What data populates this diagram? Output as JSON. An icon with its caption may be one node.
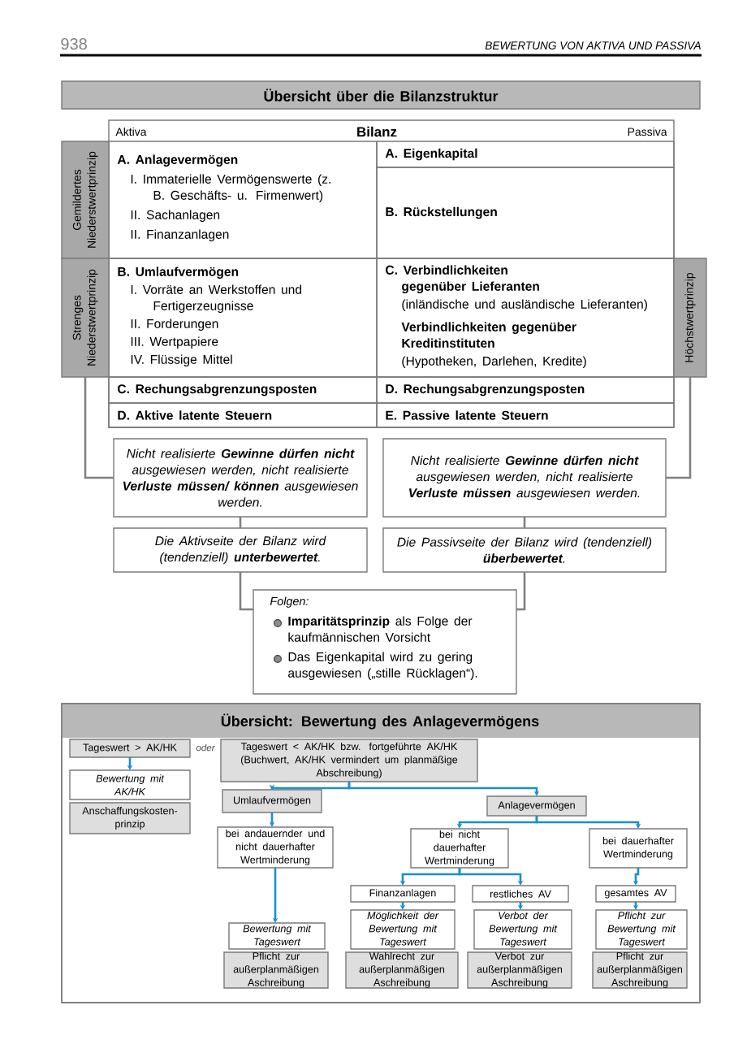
{
  "diagram": {
    "nodes": [
      {
        "text": [
          "Übersicht über die Bilanzstruktur"
        ]
      },
      {
        "text": [
          "Aktiva",
          "Bilanz",
          "Passiva"
        ]
      },
      {
        "text": [
          "A. Anlagevermögen",
          "I. Immaterielle Vermögenswerte (z. B. Geschäfts- u. Firmenwert)",
          "II. Sachanlagen",
          "II. Finanzanlagen"
        ],
        "in": 1
      },
      {
        "text": [
          "A. Eigenkapital"
        ],
        "in": 1
      },
      {
        "text": [
          "B. Rückstellungen"
        ],
        "in": 1
      },
      {
        "text": [
          "B. Umlaufvermögen",
          "I. Vorräte an Werkstoffen und Fertigerzeugnisse",
          "II. Forderungen",
          "III. Wertpapiere",
          "IV. Flüssige Mittel"
        ],
        "in": 1
      },
      {
        "text": [
          "C. Verbindlichkeiten gegenüber Lieferanten",
          "(inländische und ausländische Lieferanten)",
          "Verbindlichkeiten gegenüber Kreditinstituten",
          "(Hypotheken, Darlehen, Kredite)"
        ],
        "in": 1
      },
      {
        "text": [
          "C. Rechungsabgrenzungsposten"
        ],
        "in": 1
      },
      {
        "text": [
          "D. Rechungsabgrenzungsposten"
        ],
        "in": 1
      },
      {
        "text": [
          "D. Aktive latente Steuern"
        ],
        "in": 1
      },
      {
        "text": [
          "E. Passive latente Steuern"
        ],
        "in": 1
      },
      {
        "text": [
          "Gemildertes Niederstwertprinzip"
        ]
      },
      {
        "text": [
          "Strenges Niederstwertprinzip"
        ]
      },
      {
        "text": [
          "Höchstwertprinzip"
        ]
      },
      {
        "text": [
          "Nicht realisierte **Gewinne dürfen nicht** ausgewiesen werden, nicht realisierte **Verluste müssen/ können** ausgewiesen werden."
        ]
      },
      {
        "text": [
          "Nicht realisierte **Gewinne dürfen nicht** ausgewiesen werden, nicht realisierte **Verluste müssen** ausgewiesen werden."
        ]
      },
      {
        "text": [
          "Die Aktivseite der Bilanz wird (tendenziell) **unterbewertet**."
        ]
      },
      {
        "text": [
          "Die Passivseite der Bilanz wird (tendenziell) **überbewertet**."
        ]
      },
      {
        "text": [
          "Folgen:",
          "**Imparitätsprinzip** als Folge der kaufmännischen Vorsicht",
          "Das Eigenkapital wird zu gering ausgewiesen („stille Rücklagen“)."
        ]
      },
      {
        "text": [
          "Übersicht: Bewertung des Anlagevermögens"
        ]
      },
      {
        "text": [
          "Tageswert > AK/HK"
        ],
        "in": 19
      },
      {
        "text": [
          "Bewertung mit AK/HK"
        ],
        "in": 19
      },
      {
        "text": [
          "Anschaffungskosten-prinzip"
        ],
        "in": 19
      },
      {
        "text": [
          "Tageswert < AK/HK bzw. fortgeführte AK/HK (Buchwert, AK/HK vermindert um planmäßige Abschreibung)"
        ],
        "in": 19
      },
      {
        "text": [
          "Umlaufvermögen"
        ],
        "in": 19
      },
      {
        "text": [
          "bei andauernder und nicht dauerhafter Wertminderung"
        ],
        "in": 19
      },
      {
        "text": [
          "Bewertung mit Tageswert"
        ],
        "in": 19
      },
      {
        "text": [
          "Pflicht zur außerplanmäßigen Aschreibung"
        ],
        "in": 19
      },
      {
        "text": [
          "Anlagevermögen"
        ],
        "in": 19
      },
      {
        "text": [
          "bei nicht dauerhafter Wertminderung"
        ],
        "in": 19
      },
      {
        "text": [
          "bei dauerhafter Wertminderung"
        ],
        "in": 19
      },
      {
        "text": [
          "Finanzanlagen"
        ],
        "in": 19
      },
      {
        "text": [
          "restliches AV"
        ],
        "in": 19
      },
      {
        "text": [
          "gesamtes AV"
        ],
        "in": 19
      },
      {
        "text": [
          "Möglichkeit der Bewertung mit Tageswert"
        ],
        "in": 19
      },
      {
        "text": [
          "Verbot der Bewertung mit Tageswert"
        ],
        "in": 19
      },
      {
        "text": [
          "Pflicht zur Bewertung mit Tageswert"
        ],
        "in": 19
      },
      {
        "text": [
          "Wahlrecht zur außerplanmäßigen Aschreibung"
        ],
        "in": 19
      },
      {
        "text": [
          "Verbot zur außerplanmäßigen Aschreibung"
        ],
        "in": 19
      },
      {
        "text": [
          "Pflicht zur außerplanmäßigen Aschreibung"
        ],
        "in": 19
      }
    ],
    "edges": [
      {
        "from": 12,
        "to": 14,
        "arrow": "none",
        "color": "#808080"
      },
      {
        "from": 13,
        "to": 15,
        "arrow": "none",
        "color": "#808080"
      },
      {
        "from": 14,
        "to": 16,
        "arrow": "none",
        "color": "#808080"
      },
      {
        "from": 15,
        "to": 17,
        "arrow": "none",
        "color": "#808080"
      },
      {
        "from": 16,
        "to": 18,
        "arrow": "none",
        "color": "#808080"
      },
      {
        "from": 17,
        "to": 18,
        "arrow": "none",
        "color": "#808080"
      },
      {
        "from": 20,
        "to": 21,
        "arrow": "to"
      },
      {
        "from": 23,
        "to": 24,
        "arrow": "to"
      },
      {
        "from": 23,
        "to": 28,
        "arrow": "to"
      },
      {
        "from": 24,
        "to": 25,
        "arrow": "to"
      },
      {
        "from": 25,
        "to": 26,
        "arrow": "to"
      },
      {
        "from": 28,
        "to": 29,
        "arrow": "to"
      },
      {
        "from": 28,
        "to": 30,
        "arrow": "to"
      },
      {
        "from": 29,
        "to": 31,
        "arrow": "to"
      },
      {
        "from": 29,
        "to": 32,
        "arrow": "to"
      },
      {
        "from": 30,
        "to": 33,
        "arrow": "to"
      },
      {
        "from": 31,
        "to": 34,
        "arrow": "to"
      },
      {
        "from": 32,
        "to": 35,
        "arrow": "to"
      },
      {
        "from": 33,
        "to": 36,
        "arrow": "to"
      }
    ],
    "labels": [
      "938",
      "BEWERTUNG VON AKTIVA UND PASSIVA",
      "oder"
    ]
  }
}
